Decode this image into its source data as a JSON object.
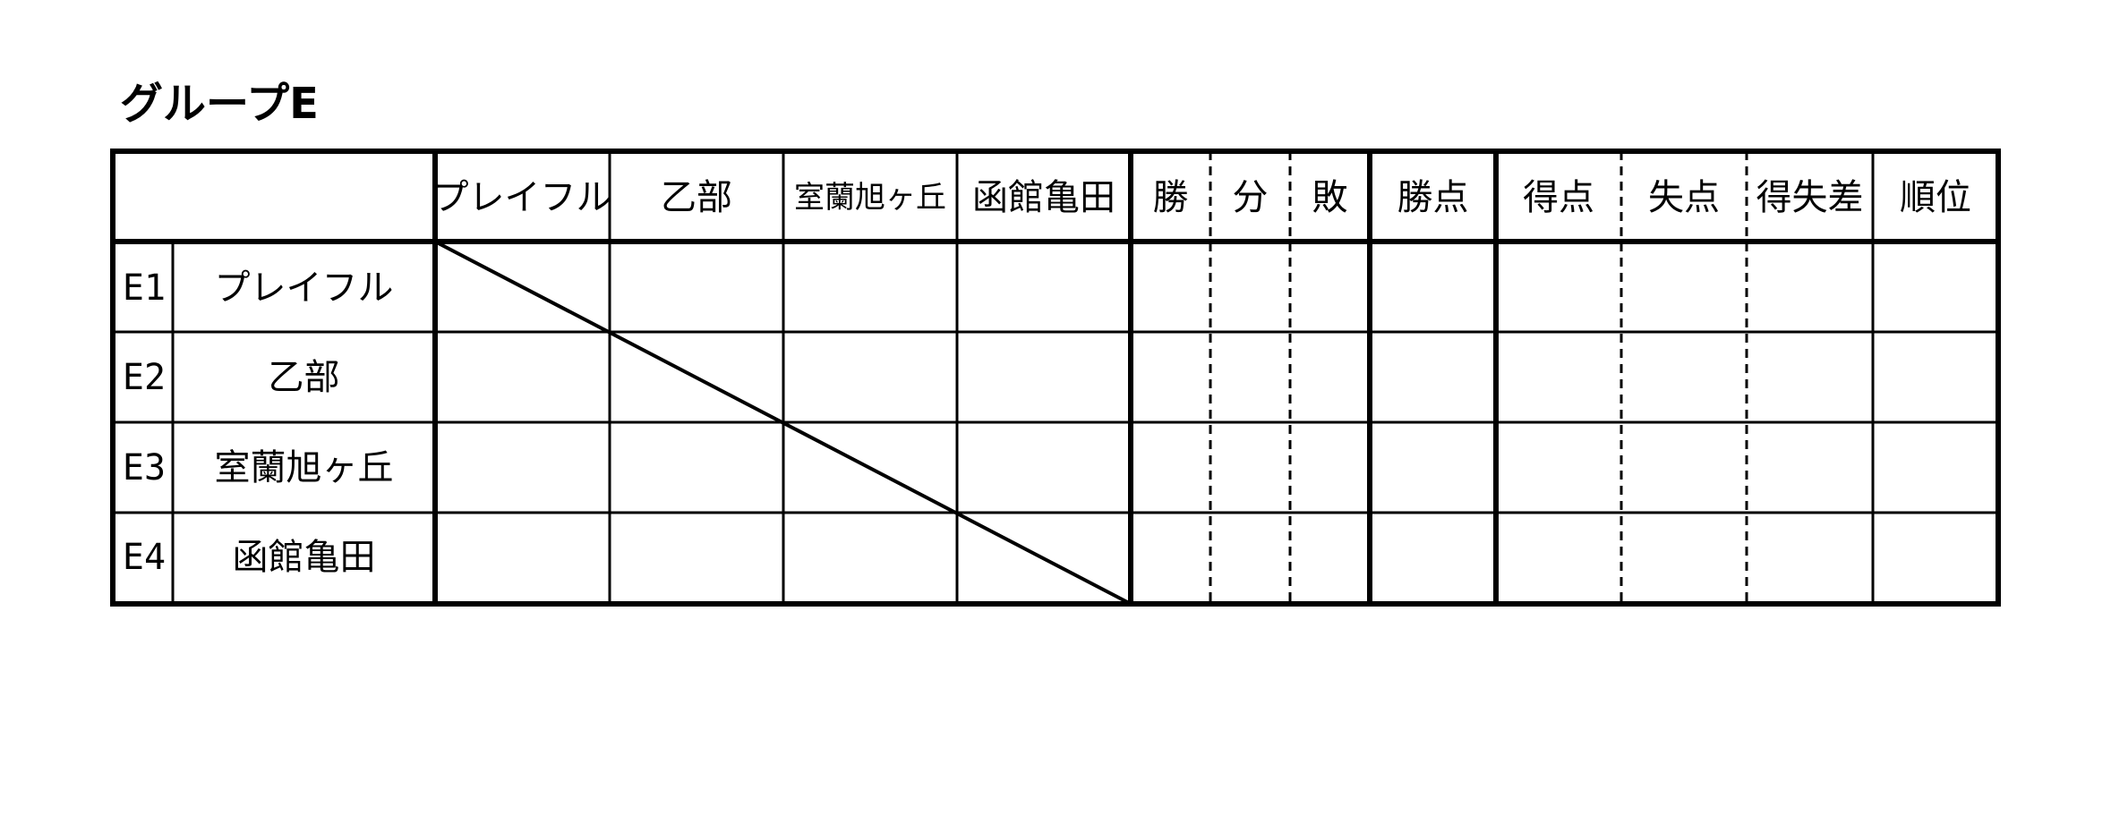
{
  "title": "グループE",
  "teams": [
    "プレイフル",
    "乙部",
    "室蘭旭ヶ丘",
    "函館亀田"
  ],
  "row_ids": [
    "E1",
    "E2",
    "E3",
    "E4"
  ],
  "stat_headers": [
    "勝",
    "分",
    "敗",
    "勝点",
    "得点",
    "失点",
    "得失差",
    "順位"
  ]
}
